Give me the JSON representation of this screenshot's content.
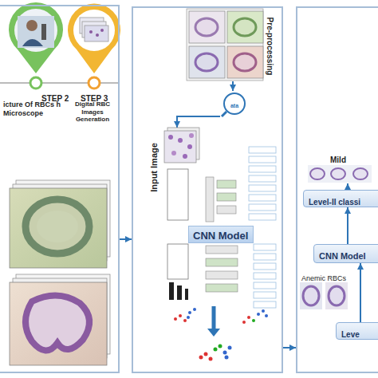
{
  "diagram": {
    "nodes": [
      {
        "text": [
          "STEP 2",
          "icture Of RBCs h Microscope",
          "STEP 3",
          "Digital RBC Images Generation"
        ]
      },
      {
        "text": [
          "Pre-processing",
          "Input Image"
        ]
      },
      {
        "text": [
          "Mild",
          "Anemic RBCs"
        ]
      },
      {
        "text": [
          "CNN Model"
        ],
        "in": 1
      },
      {
        "text": [
          "Level-II classi"
        ],
        "in": 2
      },
      {
        "text": [
          "CNN Model"
        ],
        "in": 2
      },
      {
        "text": [
          "Leve"
        ],
        "in": 2
      }
    ],
    "edges": [
      {
        "from": 0,
        "to": 1,
        "arrow": "to"
      },
      {
        "from": 1,
        "to": 2,
        "arrow": "to"
      },
      {
        "from": 5,
        "to": 4,
        "arrow": "to"
      },
      {
        "from": 6,
        "to": 5,
        "arrow": "to"
      }
    ],
    "labels": [
      "ata"
    ]
  }
}
